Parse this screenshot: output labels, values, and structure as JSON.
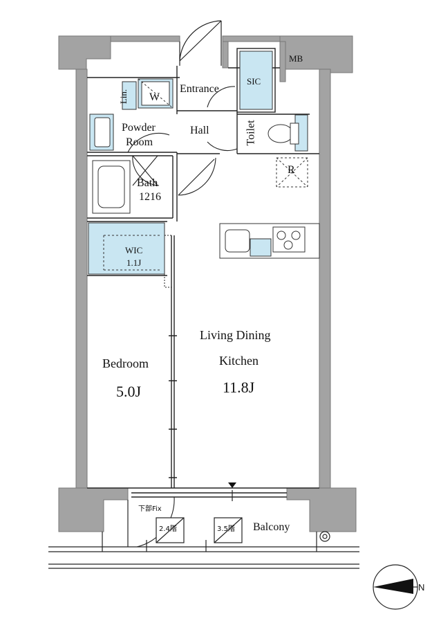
{
  "colors": {
    "wall": "#a3a3a3",
    "wall_line": "#777777",
    "fixture_fill": "#c9e6f2",
    "line": "#222222",
    "background": "#ffffff"
  },
  "rooms": {
    "mb": "MB",
    "sic": "SIC",
    "entrance": "Entrance",
    "lin": "Lin.",
    "washer": "W",
    "powder_room_1": "Powder",
    "powder_room_2": "Room",
    "hall": "Hall",
    "toilet": "Toilet",
    "refrigerator": "R",
    "bath_name": "Bath",
    "bath_size": "1216",
    "wic_name": "WIC",
    "wic_size": "1.1J",
    "bedroom_name": "Bedroom",
    "bedroom_size": "5.0J",
    "ldk_name_1": "Living Dining",
    "ldk_name_2": "Kitchen",
    "ldk_size": "11.8J",
    "fix_note": "下部Fix",
    "hatch_left": "2.4階",
    "hatch_right": "3.5階",
    "balcony": "Balcony"
  },
  "compass": {
    "label": "N",
    "icon": "north-arrow-icon"
  }
}
